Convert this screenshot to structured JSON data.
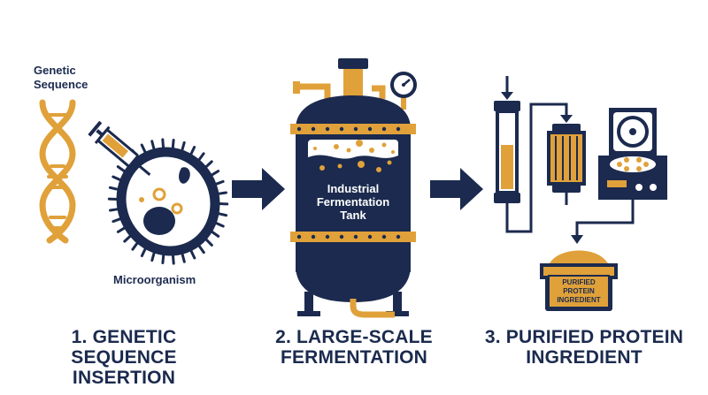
{
  "labels": {
    "genetic_sequence_line1": "Genetic",
    "genetic_sequence_line2": "Sequence",
    "microorganism": "Microorganism",
    "tank_line1": "Industrial",
    "tank_line2": "Fermentation",
    "tank_line3": "Tank",
    "product_line1": "PURIFIED",
    "product_line2": "PROTEIN",
    "product_line3": "INGREDIENT"
  },
  "steps": [
    {
      "line1": "1. GENETIC SEQUENCE",
      "line2": "INSERTION"
    },
    {
      "line1": "2. LARGE-SCALE",
      "line2": "FERMENTATION"
    },
    {
      "line1": "3. PURIFIED PROTEIN",
      "line2": "INGREDIENT"
    }
  ],
  "colors": {
    "navy": "#1b2a4e",
    "gold": "#e0a13a",
    "white": "#ffffff"
  },
  "icons": [
    "dna-icon",
    "syringe-icon",
    "microorganism-icon",
    "arrow-right-icon",
    "fermentation-tank-icon",
    "pressure-gauge-icon",
    "chromatography-column-icon",
    "filter-cartridge-icon",
    "centrifuge-icon",
    "protein-powder-container-icon"
  ]
}
